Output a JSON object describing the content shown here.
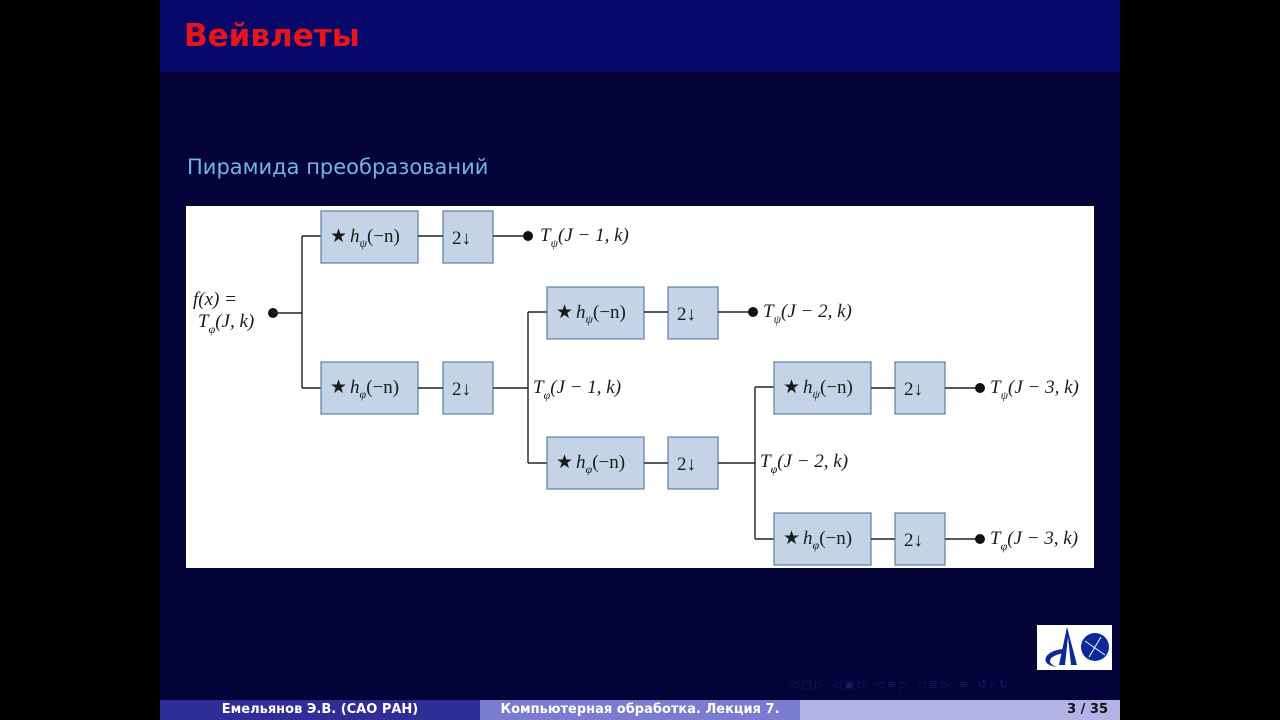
{
  "title": "Вейвлеты",
  "subtitle": "Пирамида преобразований",
  "diagram": {
    "input_label_line1": "f(x) =",
    "input_T": "T",
    "input_sub": "φ",
    "input_args": "(J, k)",
    "filter_star": "★",
    "filter_h": "h",
    "psi": "ψ",
    "phi": "φ",
    "filter_args": "(−n)",
    "downsample": "2↓",
    "T": "T",
    "out_psi_1": "(J − 1, k)",
    "out_phi_1": "(J − 1, k)",
    "out_psi_2": "(J − 2, k)",
    "out_phi_2": "(J − 2, k)",
    "out_psi_3": "(J − 3, k)",
    "out_phi_3": "(J − 3, k)"
  },
  "footer": {
    "author": "Емельянов Э.В.  (САО РАН)",
    "course": "Компьютерная обработка. Лекция 7.",
    "page": "3 / 35"
  },
  "nav_icons": [
    "nav-prev-frame-icon",
    "nav-prev-section-icon",
    "nav-prev-subsection-icon",
    "nav-toc-icon",
    "nav-search-icon"
  ]
}
